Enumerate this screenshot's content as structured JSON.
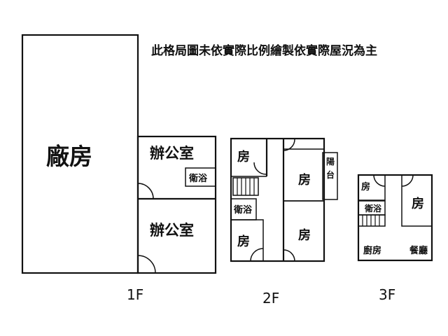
{
  "notice": "此格局圖未依實際比例繪製依實際屋況為主",
  "floors": {
    "f1": {
      "label": "1F",
      "rooms": {
        "factory": "廠房",
        "office_upper": "辦公室",
        "bath": "衛浴",
        "office_lower": "辦公室"
      }
    },
    "f2": {
      "label": "2F",
      "rooms": {
        "room_top_left": "房",
        "room_center_top": "房",
        "balcony": "陽台",
        "bath": "衛浴",
        "room_bottom_left": "房",
        "room_center_bottom": "房"
      }
    },
    "f3": {
      "label": "3F",
      "rooms": {
        "room_left": "房",
        "room_right": "房",
        "bath": "衛浴",
        "kitchen": "廚房",
        "dining": "餐廳"
      }
    }
  }
}
